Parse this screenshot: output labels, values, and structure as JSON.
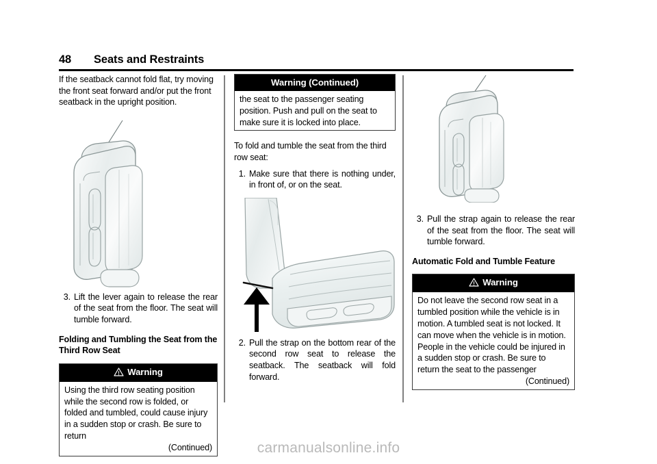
{
  "header": {
    "page_number": "48",
    "title": "Seats and Restraints",
    "rule_color": "#000000"
  },
  "column_1": {
    "intro_paragraph": "If the seatback cannot fold flat, try moving the front seat forward and/or put the front seatback in the upright position.",
    "figure": {
      "name": "second-row-seat-tumbled-illustration",
      "description": "Line drawing of a second row seat folded and tumbled forward with leader line"
    },
    "step_3": {
      "number": "3.",
      "text": "Lift the lever again to release the rear of the seat from the floor. The seat will tumble forward."
    },
    "subheading": "Folding and Tumbling the Seat from the Third Row Seat",
    "warning": {
      "header": "Warning",
      "has_triangle_icon": true,
      "body": "Using the third row seating position while the second row is folded, or folded and tumbled, could cause injury in a sudden stop or crash. Be sure to return",
      "continued": "(Continued)"
    }
  },
  "column_2": {
    "warning_continued": {
      "header": "Warning  (Continued)",
      "has_triangle_icon": false,
      "body": "the seat to the passenger seating position. Push and pull on the seat to make sure it is locked into place."
    },
    "intro_paragraph": "To fold and tumble the seat from the third row seat:",
    "step_1": {
      "number": "1.",
      "text": "Make sure that there is nothing under, in front of, or on the seat."
    },
    "figure": {
      "name": "seat-strap-arrow-illustration",
      "description": "Line drawing of second row seat with black upward arrow pointing to the strap on the bottom rear of the seat"
    },
    "step_2": {
      "number": "2.",
      "text": "Pull the strap on the bottom rear of the second row seat to release the seatback. The seatback will fold forward."
    }
  },
  "column_3": {
    "figure": {
      "name": "second-row-seat-tumbled-illustration-2",
      "description": "Line drawing of a second row seat folded and tumbled forward with leader line"
    },
    "step_3": {
      "number": "3.",
      "text": "Pull the strap again to release the rear of the seat from the floor. The seat will tumble forward."
    },
    "subheading": "Automatic Fold and Tumble Feature",
    "warning": {
      "header": "Warning",
      "has_triangle_icon": true,
      "body": "Do not leave the second row seat in a tumbled position while the vehicle is in motion. A tumbled seat is not locked. It can move when the vehicle is in motion. People in the vehicle could be injured in a sudden stop or crash. Be sure to return the seat to the passenger",
      "continued": "(Continued)"
    }
  },
  "footer": {
    "watermark": "carmanualsonline.info",
    "watermark_color": "#b9b9b9"
  }
}
